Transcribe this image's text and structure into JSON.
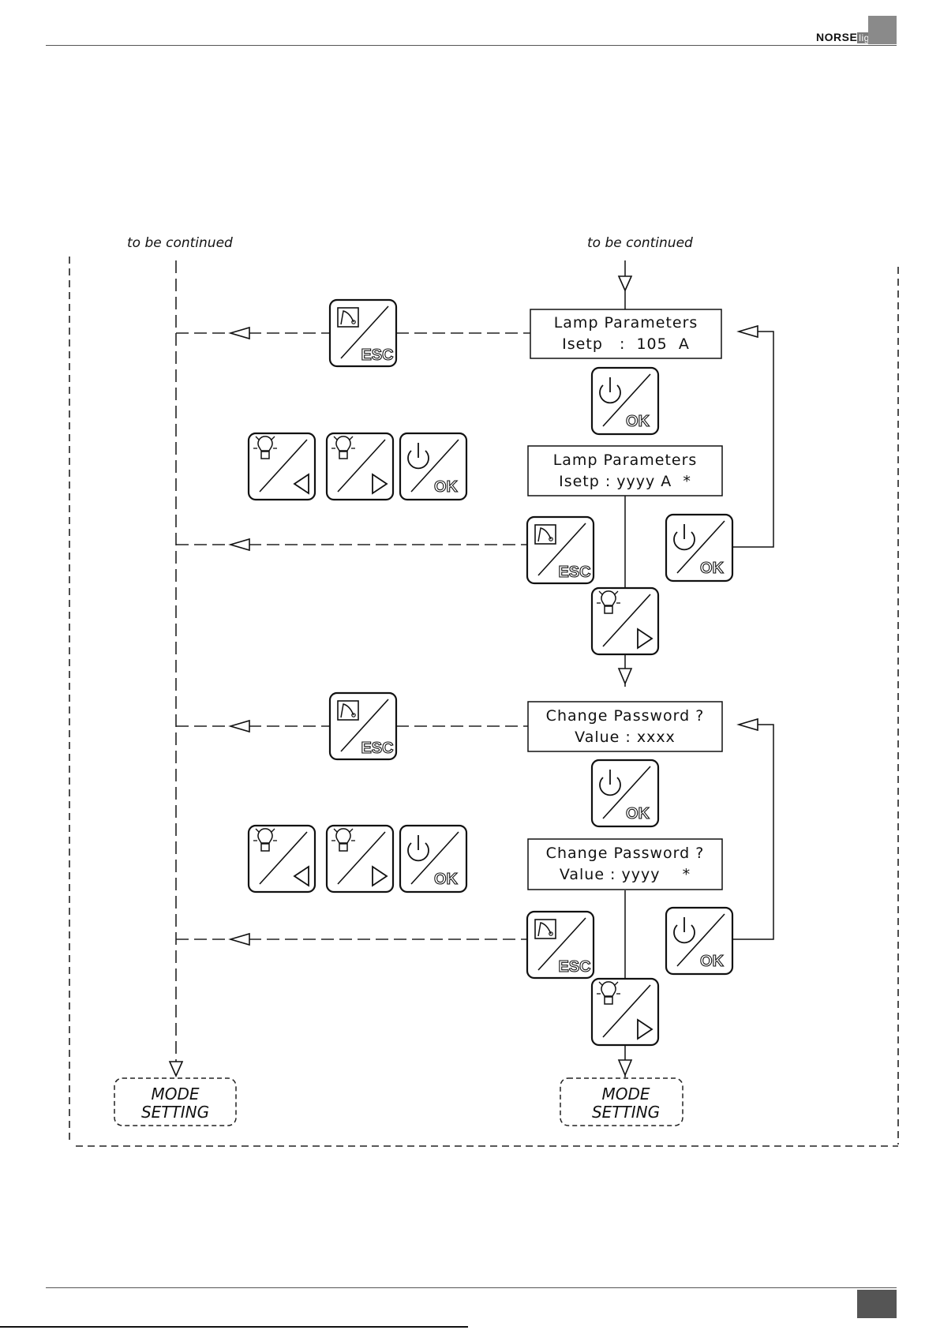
{
  "header": {
    "logo_norse": "NORSE",
    "logo_light": "light"
  },
  "flow": {
    "continued_left": "to be continued",
    "continued_right": "to be continued",
    "screens": [
      {
        "line1": "Lamp Parameters",
        "line2": "Isetp   :  105  A"
      },
      {
        "line1": "Lamp Parameters",
        "line2": "Isetp : yyyy A  *"
      },
      {
        "line1": "Change Password ?",
        "line2": "Value : xxxx"
      },
      {
        "line1": "Change Password ?",
        "line2": "Value : yyyy    *"
      }
    ],
    "keys": {
      "esc_label": "ESC",
      "ok_label": "OK"
    },
    "mode_box_left": {
      "line1": "MODE",
      "line2": "SETTING"
    },
    "mode_box_right": {
      "line1": "MODE",
      "line2": "SETTING"
    }
  }
}
